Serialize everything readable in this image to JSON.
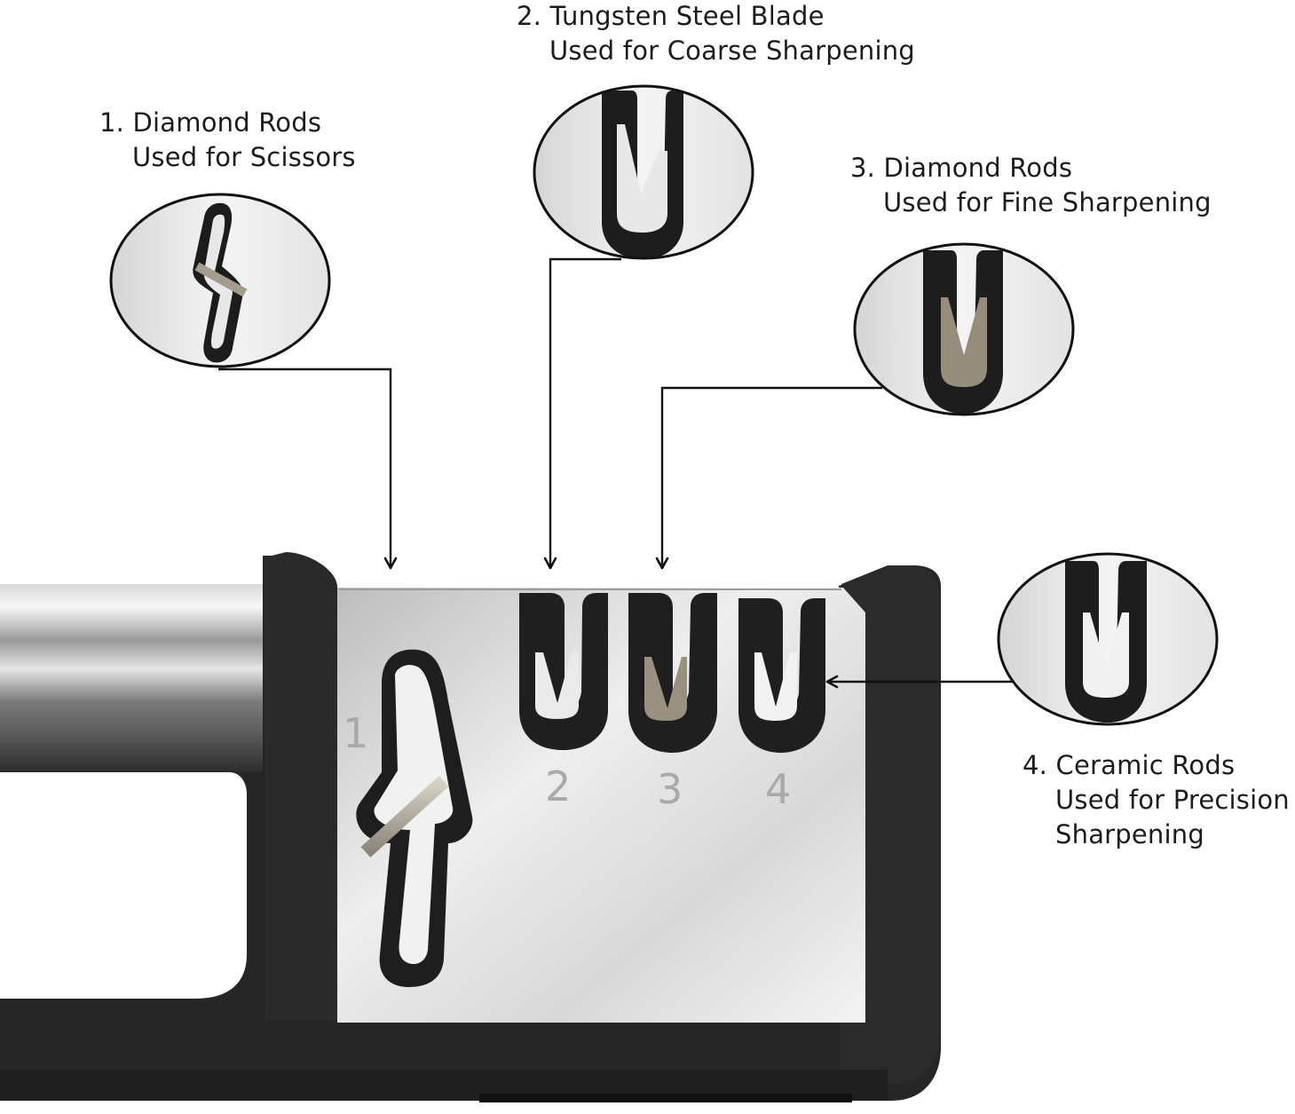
{
  "callouts": [
    {
      "number": "1.",
      "title": "Diamond Rods",
      "lines": [
        "Used for Scissors"
      ]
    },
    {
      "number": "2.",
      "title": "Tungsten Steel Blade",
      "lines": [
        "Used for Coarse Sharpening"
      ]
    },
    {
      "number": "3.",
      "title": "Diamond Rods",
      "lines": [
        "Used for Fine Sharpening"
      ]
    },
    {
      "number": "4.",
      "title": "Ceramic Rods",
      "lines": [
        "Used for Precision",
        "Sharpening"
      ]
    }
  ],
  "slot_numbers": [
    "1",
    "2",
    "3",
    "4"
  ],
  "colors": {
    "body": "#272727",
    "body_edge": "#3c3c3c",
    "steel_light": "#ececec",
    "steel_dark": "#b9b9b9",
    "text": "#1c1c1c",
    "arrow": "#111111",
    "rod_diamond": "#8d8677"
  }
}
